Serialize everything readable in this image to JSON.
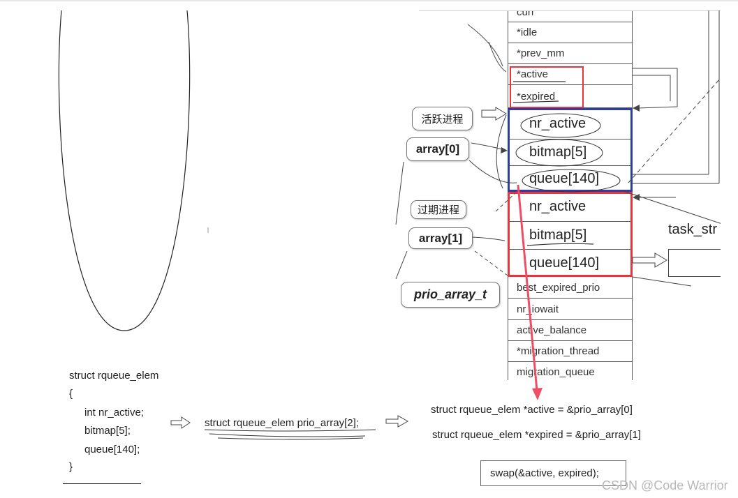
{
  "runqueue_fields": {
    "curr": "curr",
    "idle": "*idle",
    "prev_mm": "*prev_mm",
    "active": "*active",
    "expired": "*expired",
    "best_expired_prio": "best_expired_prio",
    "nr_iowait": "nr_iowait",
    "active_balance": "active_balance",
    "migration_thread": "*migration_thread",
    "migration_queue": "migration_queue"
  },
  "array0_fields": [
    "nr_active",
    "bitmap[5]",
    "queue[140]"
  ],
  "array1_fields": [
    "nr_active",
    "bitmap[5]",
    "queue[140]"
  ],
  "labels": {
    "active_processes": "活跃进程",
    "array0": "array[0]",
    "expired_processes": "过期进程",
    "array1": "array[1]",
    "prio_array_t": "prio_array_t",
    "task_struct": "task_str"
  },
  "code": {
    "struct_header": "struct rqueue_elem",
    "open_brace": "{",
    "members": [
      "int nr_active;",
      "bitmap[5];",
      "queue[140];"
    ],
    "close_brace": "}",
    "declaration": "struct rqueue_elem prio_array[2];",
    "active_pointer": "struct rqueue_elem *active = &prio_array[0]",
    "expired_pointer": "struct rqueue_elem *expired = &prio_array[1]",
    "swap_call": "swap(&active, expired);"
  },
  "watermark": "CSDN @Code Warrior",
  "colors": {
    "active_box": "#e8343a",
    "array0_box": "#2c3da6",
    "red_arrow": "#ef4d63",
    "line": "#444444"
  }
}
